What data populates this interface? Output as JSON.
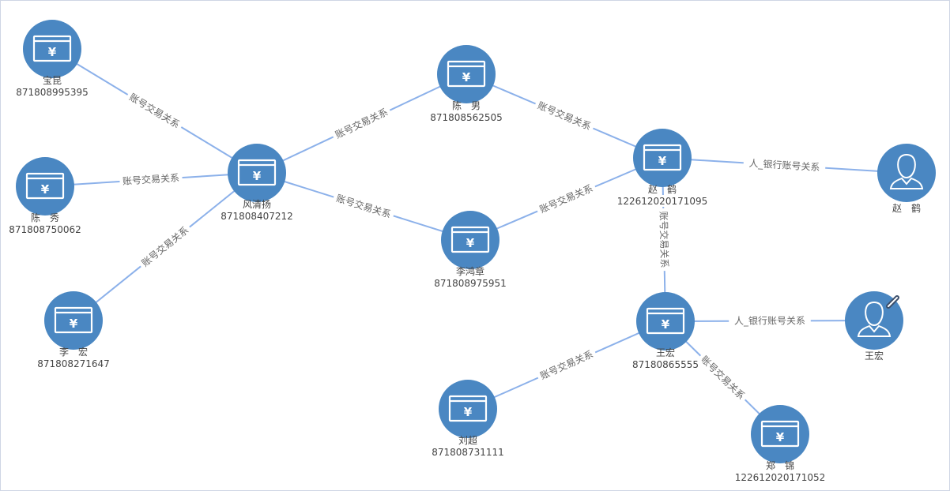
{
  "graph": {
    "edge_color": "#8cb1ea",
    "node_color": "#4a87c2",
    "currency_symbol": "¥",
    "nodes": [
      {
        "id": "n1",
        "type": "account",
        "name": "宝昆",
        "number": "871808995395"
      },
      {
        "id": "n2",
        "type": "account",
        "name": "陈　秀",
        "number": "871808750062"
      },
      {
        "id": "n3",
        "type": "account",
        "name": "李　宏",
        "number": "871808271647"
      },
      {
        "id": "n4",
        "type": "account",
        "name": "风清扬",
        "number": "871808407212"
      },
      {
        "id": "n5",
        "type": "account",
        "name": "陈　男",
        "number": "871808562505"
      },
      {
        "id": "n6",
        "type": "account",
        "name": "李鸿章",
        "number": "871808975951"
      },
      {
        "id": "n7",
        "type": "account",
        "name": "赵　鹤",
        "number": "122612020171095"
      },
      {
        "id": "n8",
        "type": "person",
        "name": "赵　鹤",
        "number": ""
      },
      {
        "id": "n9",
        "type": "account",
        "name": "王宏",
        "number": "87180865555"
      },
      {
        "id": "n10",
        "type": "person",
        "name": "王宏",
        "number": "",
        "has_link_badge": true
      },
      {
        "id": "n11",
        "type": "account",
        "name": "刘超",
        "number": "871808731111"
      },
      {
        "id": "n12",
        "type": "account",
        "name": "郑　锦",
        "number": "122612020171052"
      }
    ],
    "edges": [
      {
        "source": "n1",
        "target": "n4",
        "label": "账号交易关系"
      },
      {
        "source": "n2",
        "target": "n4",
        "label": "账号交易关系"
      },
      {
        "source": "n3",
        "target": "n4",
        "label": "账号交易关系"
      },
      {
        "source": "n4",
        "target": "n5",
        "label": "账号交易关系"
      },
      {
        "source": "n4",
        "target": "n6",
        "label": "账号交易关系"
      },
      {
        "source": "n5",
        "target": "n7",
        "label": "账号交易关系"
      },
      {
        "source": "n6",
        "target": "n7",
        "label": "账号交易关系"
      },
      {
        "source": "n7",
        "target": "n8",
        "label": "人_银行账号关系"
      },
      {
        "source": "n7",
        "target": "n9",
        "label": "账号交易关系"
      },
      {
        "source": "n9",
        "target": "n10",
        "label": "人_银行账号关系"
      },
      {
        "source": "n11",
        "target": "n9",
        "label": "账号交易关系"
      },
      {
        "source": "n9",
        "target": "n12",
        "label": "账号交易关系"
      }
    ]
  }
}
